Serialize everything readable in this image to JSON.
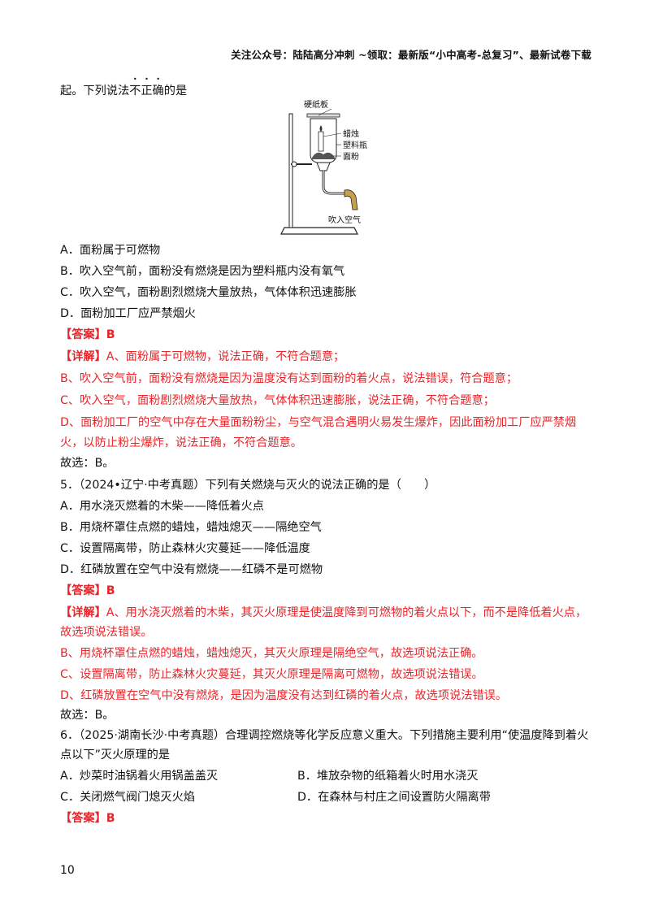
{
  "header": "关注公众号：陆陆高分冲刺  ~领取：最新版“小中高考-总复习”、最新试卷下载",
  "q4": {
    "stem_prefix": "起。下列说法",
    "stem_emph": [
      "不",
      "正",
      "确"
    ],
    "stem_suffix": "的是",
    "figure_labels": {
      "board": "硬纸板",
      "candle": "蜡烛",
      "bottle": "塑料瓶",
      "flour": "面粉",
      "air": "吹入空气"
    },
    "options": [
      "A．面粉属于可燃物",
      "B．吹入空气前，面粉没有燃烧是因为塑料瓶内没有氧气",
      "C．吹入空气，面粉剧烈燃烧大量放热，气体体积迅速膨胀",
      "D．面粉加工厂应严禁烟火"
    ],
    "answer_tag": "【答案】",
    "answer": "B",
    "detail_tag": "【详解】",
    "detail": [
      "A、面粉属于可燃物，说法正确，不符合题意；",
      "B、吹入空气前，面粉没有燃烧是因为温度没有达到面粉的着火点，说法错误，符合题意；",
      "C、吹入空气，面粉剧烈燃烧大量放热，气体体积迅速膨胀，说法正确，不符合题意；",
      "D、面粉加工厂的空气中存在大量面粉粉尘，与空气混合遇明火易发生爆炸，因此面粉加工厂应严禁烟",
      "火，以防止粉尘爆炸，说法正确，不符合题意。"
    ],
    "conclusion": "故选：B。"
  },
  "q5": {
    "stem": "5．（2024•辽宁·中考真题）下列有关燃烧与灭火的说法正确的是（　　）",
    "options": [
      "A．用水浇灭燃着的木柴——降低着火点",
      "B．用烧杯罩住点燃的蜡烛，蜡烛熄灭——隔绝空气",
      "C．设置隔离带，防止森林火灾蔓延——降低温度",
      "D．红磷放置在空气中没有燃烧——红磷不是可燃物"
    ],
    "answer_tag": "【答案】",
    "answer": "B",
    "detail_tag": "【详解】",
    "detail": [
      "A、用水浇灭燃着的木柴，其灭火原理是使温度降到可燃物的着火点以下，而不是降低着火点，",
      "故选项说法错误。",
      "B、用烧杯罩住点燃的蜡烛，蜡烛熄灭，其灭火原理是隔绝空气，故选项说法正确。",
      "C、设置隔离带，防止森林火灾蔓延，其灭火原理是隔离可燃物，故选项说法错误。",
      "D、红磷放置在空气中没有燃烧，是因为温度没有达到红磷的着火点，故选项说法错误。"
    ],
    "conclusion": "故选：B。"
  },
  "q6": {
    "stem_line1": "6．（2025·湖南长沙·中考真题）合理调控燃烧等化学反应意义重大。下列措施主要利用“使温度降到着火",
    "stem_line2": "点以下”灭火原理的是",
    "options": [
      "A．炒菜时油锅着火用锅盖盖灭",
      "B．堆放杂物的纸箱着火时用水浇灭",
      "C．关闭燃气阀门熄灭火焰",
      "D．在森林与村庄之间设置防火隔离带"
    ],
    "answer_tag": "【答案】",
    "answer": "B"
  },
  "page_number": "10"
}
